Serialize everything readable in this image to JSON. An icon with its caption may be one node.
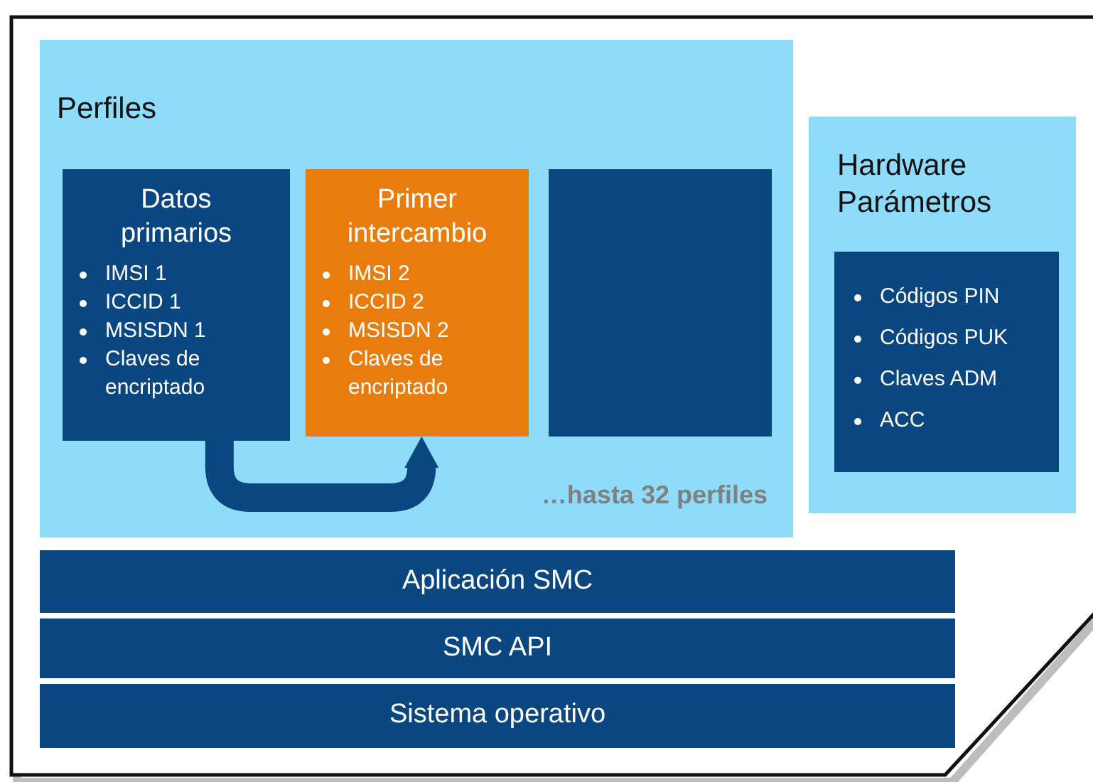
{
  "diagram": {
    "nodes": [
      {
        "text": [
          "Perfiles",
          "…hasta 32 perfiles"
        ]
      },
      {
        "text": [
          "Datos primarios",
          "IMSI 1",
          "ICCID 1",
          "MSISDN 1",
          "Claves de encriptado"
        ],
        "in": 0
      },
      {
        "text": [
          "Primer intercambio",
          "IMSI 2",
          "ICCID 2",
          "MSISDN 2",
          "Claves de encriptado"
        ],
        "in": 0
      },
      {
        "text": [],
        "shape": "box",
        "in": 0
      },
      {
        "text": [
          "Hardware Parámetros"
        ]
      },
      {
        "text": [
          "Códigos PIN",
          "Códigos PUK",
          "Claves ADM",
          "ACC"
        ],
        "in": 4
      },
      {
        "text": [
          "Aplicación SMC"
        ]
      },
      {
        "text": [
          "SMC API"
        ]
      },
      {
        "text": [
          "Sistema operativo"
        ]
      }
    ],
    "edges": [
      {
        "from": 1,
        "to": 2,
        "arrow": "to"
      }
    ]
  }
}
